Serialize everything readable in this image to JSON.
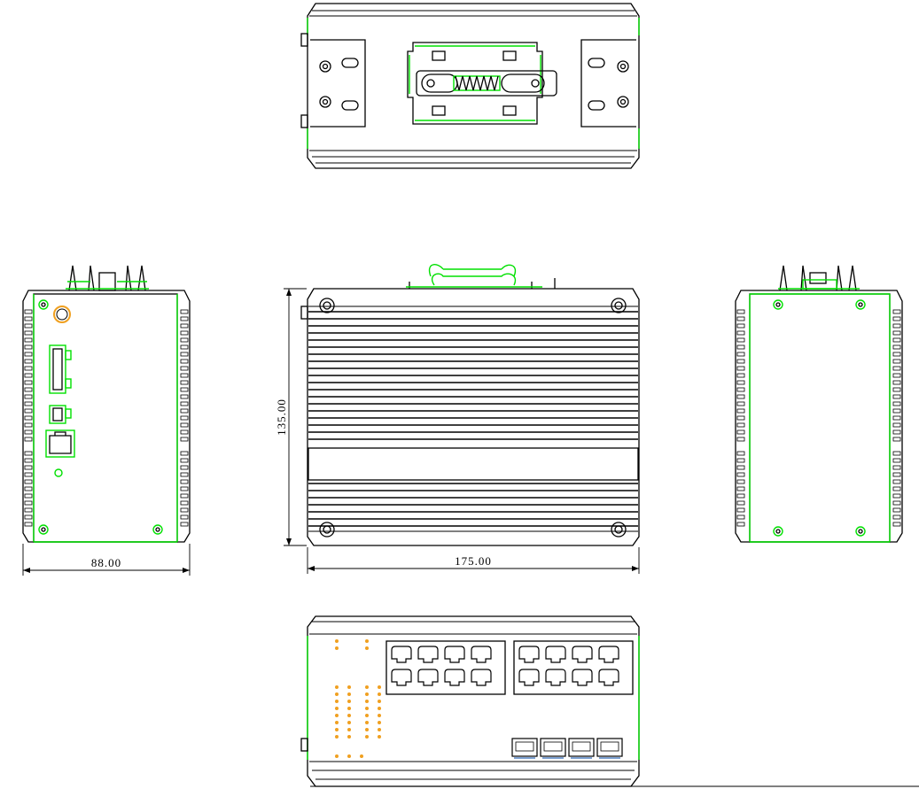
{
  "dimensions": {
    "width_side": "88.00",
    "width_front": "175.00",
    "height_front": "135.00"
  },
  "colors": {
    "outline": "#000000",
    "highlight": "#00e000",
    "indicator": "#f0a020",
    "port_accent": "#5080c0"
  },
  "views": [
    {
      "name": "top-view"
    },
    {
      "name": "left-side-view"
    },
    {
      "name": "front-view"
    },
    {
      "name": "right-side-view"
    },
    {
      "name": "bottom-port-view"
    }
  ]
}
